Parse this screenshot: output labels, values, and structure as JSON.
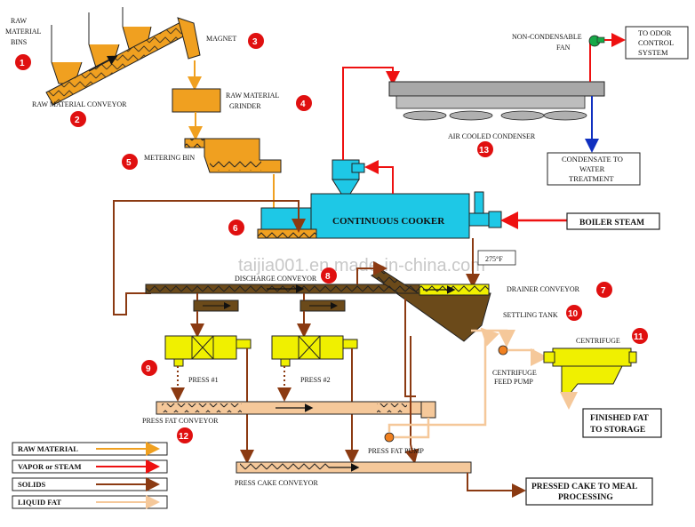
{
  "labels": {
    "raw_material_bins": [
      "RAW",
      "MATERIAL",
      "BINS"
    ],
    "raw_material_conveyor": "RAW MATERIAL CONVEYOR",
    "magnet": "MAGNET",
    "raw_material_grinder": [
      "RAW MATERIAL",
      "GRINDER"
    ],
    "metering_bin": "METERING BIN",
    "continuous_cooker": "CONTINUOUS COOKER",
    "boiler_steam": "BOILER STEAM",
    "temperature": "275°F",
    "discharge_conveyor": "DISCHARGE CONVEYOR",
    "drainer_conveyor": "DRAINER CONVEYOR",
    "settling_tank": "SETTLING TANK",
    "centrifuge": "CENTRIFUGE",
    "centrifuge_feed_pump": [
      "CENTRIFUGE",
      "FEED PUMP"
    ],
    "press_1": "PRESS #1",
    "press_2": "PRESS #2",
    "press_fat_conveyor": "PRESS FAT CONVEYOR",
    "press_fat_pump": "PRESS FAT PUMP",
    "press_cake_conveyor": "PRESS CAKE CONVEYOR",
    "finished_fat": [
      "FINISHED FAT",
      "TO STORAGE"
    ],
    "pressed_cake": [
      "PRESSED CAKE TO MEAL",
      "PROCESSING"
    ],
    "non_condensable_fan": [
      "NON-CONDENSABLE",
      "FAN"
    ],
    "to_odor_control": [
      "TO ODOR",
      "CONTROL",
      "SYSTEM"
    ],
    "air_cooled_condenser": "AIR COOLED CONDENSER",
    "condensate": [
      "CONDENSATE TO",
      "WATER",
      "TREATMENT"
    ]
  },
  "numbers": [
    "1",
    "2",
    "3",
    "4",
    "5",
    "6",
    "7",
    "8",
    "9",
    "10",
    "11",
    "12",
    "13"
  ],
  "legend": [
    {
      "label": "RAW  MATERIAL",
      "color": "#f0a020"
    },
    {
      "label": "VAPOR or STEAM",
      "color": "#ee1111"
    },
    {
      "label": "SOLIDS",
      "color": "#8b3a12"
    },
    {
      "label": "LIQUID FAT",
      "color": "#f5c89a"
    }
  ],
  "watermark": "taijia001.en.made-in-china.com",
  "colors": {
    "raw": "#f0a020",
    "steam": "#ee1111",
    "solids": "#8b3a12",
    "fat": "#f5c89a",
    "cooker": "#1ec8e6",
    "press": "#f0f000",
    "conveyor": "#6b4a1a",
    "badge": "#e01010",
    "condensate": "#1030c0"
  }
}
